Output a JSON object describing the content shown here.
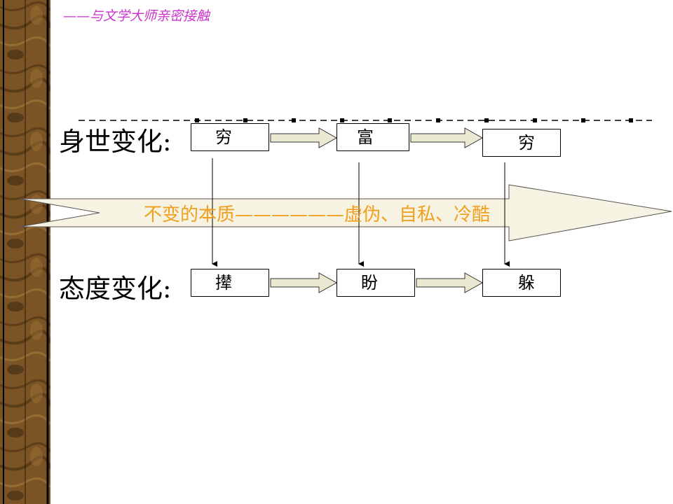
{
  "header": {
    "subtitle": "——与文学大师亲密接触"
  },
  "status_row": {
    "label": "身世变化:",
    "boxes": [
      "穷",
      "富",
      "穷"
    ]
  },
  "essence_banner": {
    "text": "不变的本质——————虚伪、自私、冷酷",
    "text_color": "#f0a020",
    "fill_color": "#f6f3e2"
  },
  "attitude_row": {
    "label": "态度变化:",
    "boxes": [
      "撵",
      "盼",
      "躲"
    ]
  },
  "colors": {
    "subtitle": "#cc33cc",
    "connector_arrow_fill": "#ece9d2",
    "sidebar_wood": "#6b4a1e"
  }
}
